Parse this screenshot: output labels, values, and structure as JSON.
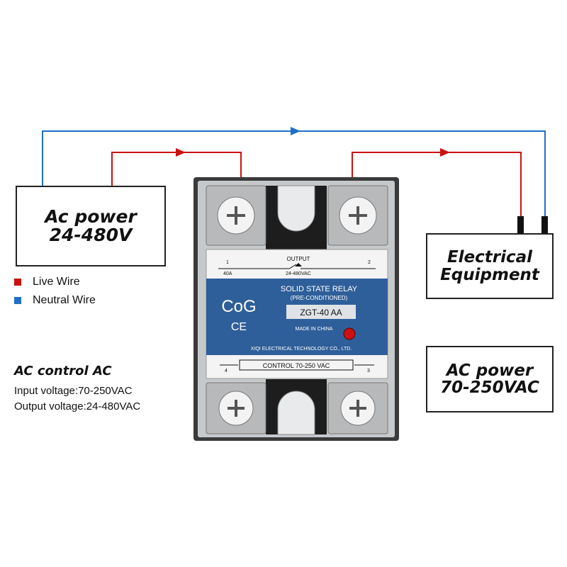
{
  "source_box": {
    "line1": "Ac power",
    "line2": "24-480V"
  },
  "equipment_box": {
    "line1": "Electrical",
    "line2": "Equipment"
  },
  "control_box": {
    "line1": "AC power",
    "line2": "70-250VAC"
  },
  "legend": [
    {
      "label": "Live Wire",
      "color": "#cc1111"
    },
    {
      "label": "Neutral Wire",
      "color": "#1f6fc9"
    }
  ],
  "specs": {
    "title": "AC control AC",
    "input": "Input voltage:70-250VAC",
    "output": "Output voltage:24-480VAC"
  },
  "relay": {
    "output_label": "OUTPUT",
    "terminal_1": "1",
    "terminal_2": "2",
    "terminal_3": "3",
    "terminal_4": "4",
    "current": "40A",
    "output_voltage": "24-480VAC",
    "type_line1": "SOLID STATE RELAY",
    "type_line2": "(PRE-CONDITIONED)",
    "brand": "CoG",
    "ce_mark": "CE",
    "model": "ZGT-40 AA",
    "made_in": "MADE IN CHINA",
    "manufacturer": "XIQI ELECTRICAL TECHNOLOGY CO., LTD.",
    "control_label": "CONTROL 70-250 VAC",
    "indicator_color": "#cc1111",
    "label_color": "#2f5f9a"
  },
  "wire_colors": {
    "live": "#cc1111",
    "neutral": "#1f6fc9"
  }
}
